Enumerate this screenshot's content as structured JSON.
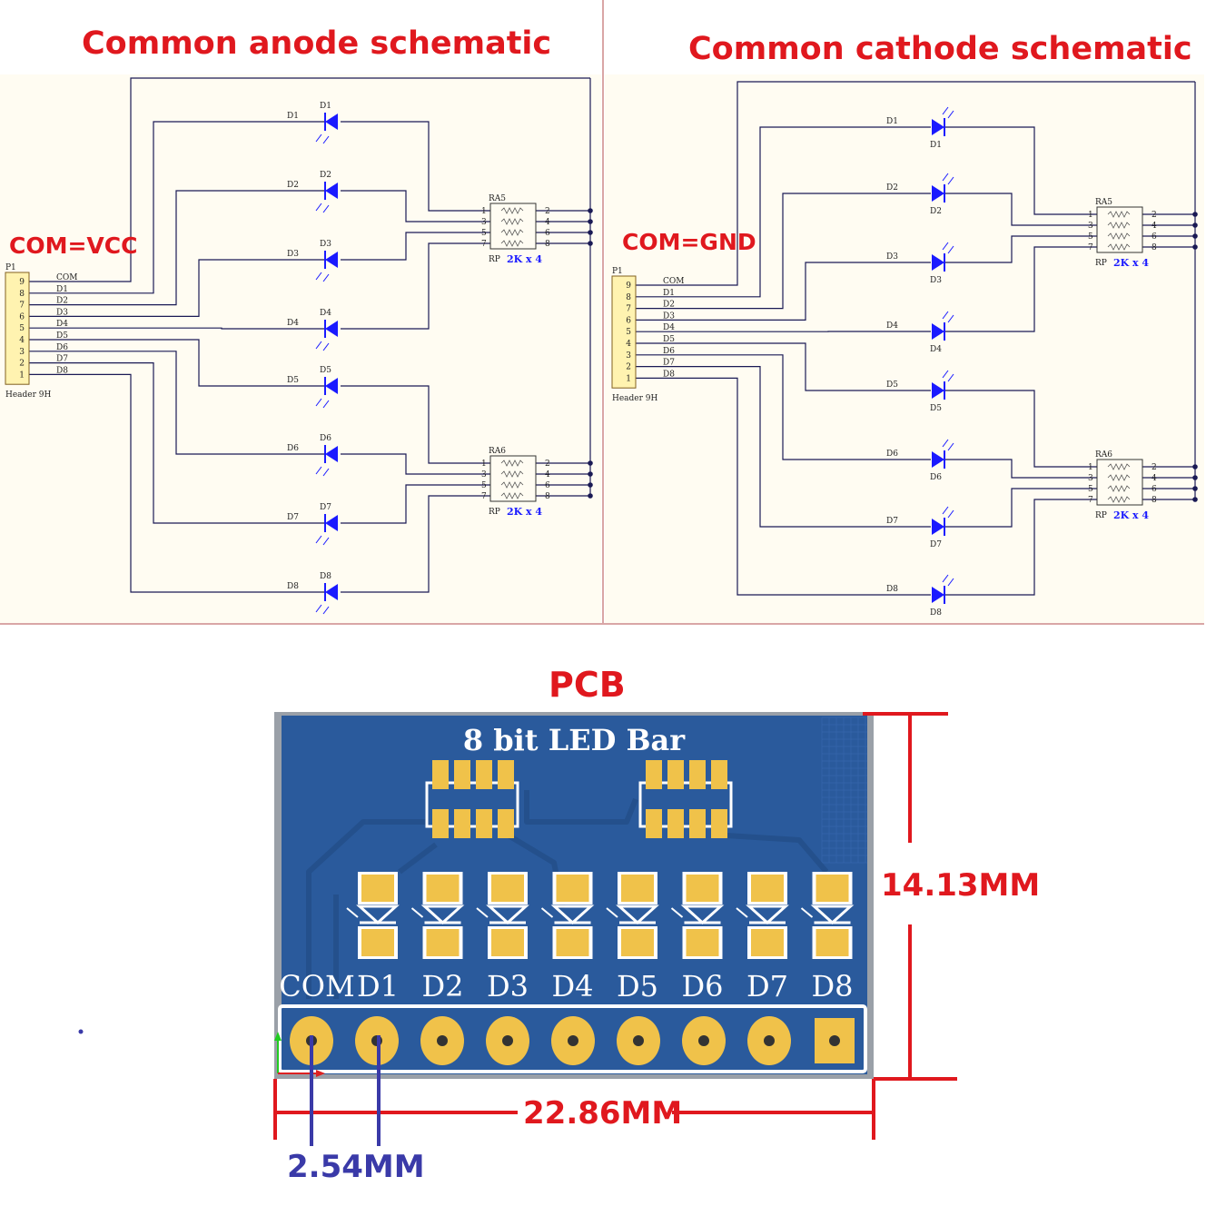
{
  "anode": {
    "title": "Common anode schematic",
    "com_note": "COM=VCC",
    "header_ref": "P1",
    "header_name": "Header 9H",
    "pins": [
      "9",
      "8",
      "7",
      "6",
      "5",
      "4",
      "3",
      "2",
      "1"
    ],
    "signals": [
      "COM",
      "D1",
      "D2",
      "D3",
      "D4",
      "D5",
      "D6",
      "D7",
      "D8"
    ],
    "diodes": [
      "D1",
      "D2",
      "D3",
      "D4",
      "D5",
      "D6",
      "D7",
      "D8"
    ],
    "rp_top": {
      "ref": "RA5",
      "type": "RP",
      "value": "2K x 4",
      "left_pins": [
        "1",
        "3",
        "5",
        "7"
      ],
      "right_pins": [
        "2",
        "4",
        "6",
        "8"
      ]
    },
    "rp_bottom": {
      "ref": "RA6",
      "type": "RP",
      "value": "2K x 4",
      "left_pins": [
        "1",
        "3",
        "5",
        "7"
      ],
      "right_pins": [
        "2",
        "4",
        "6",
        "8"
      ]
    }
  },
  "cathode": {
    "title": "Common cathode schematic",
    "com_note": "COM=GND",
    "header_ref": "P1",
    "header_name": "Header 9H",
    "pins": [
      "9",
      "8",
      "7",
      "6",
      "5",
      "4",
      "3",
      "2",
      "1"
    ],
    "signals": [
      "COM",
      "D1",
      "D2",
      "D3",
      "D4",
      "D5",
      "D6",
      "D7",
      "D8"
    ],
    "diodes": [
      "D1",
      "D2",
      "D3",
      "D4",
      "D5",
      "D6",
      "D7",
      "D8"
    ],
    "rp_top": {
      "ref": "RA5",
      "type": "RP",
      "value": "2K x 4",
      "left_pins": [
        "1",
        "3",
        "5",
        "7"
      ],
      "right_pins": [
        "2",
        "4",
        "6",
        "8"
      ]
    },
    "rp_bottom": {
      "ref": "RA6",
      "type": "RP",
      "value": "2K x 4",
      "left_pins": [
        "1",
        "3",
        "5",
        "7"
      ],
      "right_pins": [
        "2",
        "4",
        "6",
        "8"
      ]
    }
  },
  "pcb": {
    "title": "PCB",
    "board_text": "8 bit LED Bar",
    "pin_labels": [
      "COM",
      "D1",
      "D2",
      "D3",
      "D4",
      "D5",
      "D6",
      "D7",
      "D8"
    ],
    "height_dim": "14.13MM",
    "width_dim": "22.86MM",
    "pitch_dim": "2.54MM"
  },
  "colors": {
    "heading_red": "#e0181e",
    "schematic_blue": "#1a1aff",
    "wire": "#1a1a55",
    "pcb_blue": "#2a5a9c",
    "pad_gold": "#f0c24a",
    "dim_blue": "#3a3aa8"
  }
}
